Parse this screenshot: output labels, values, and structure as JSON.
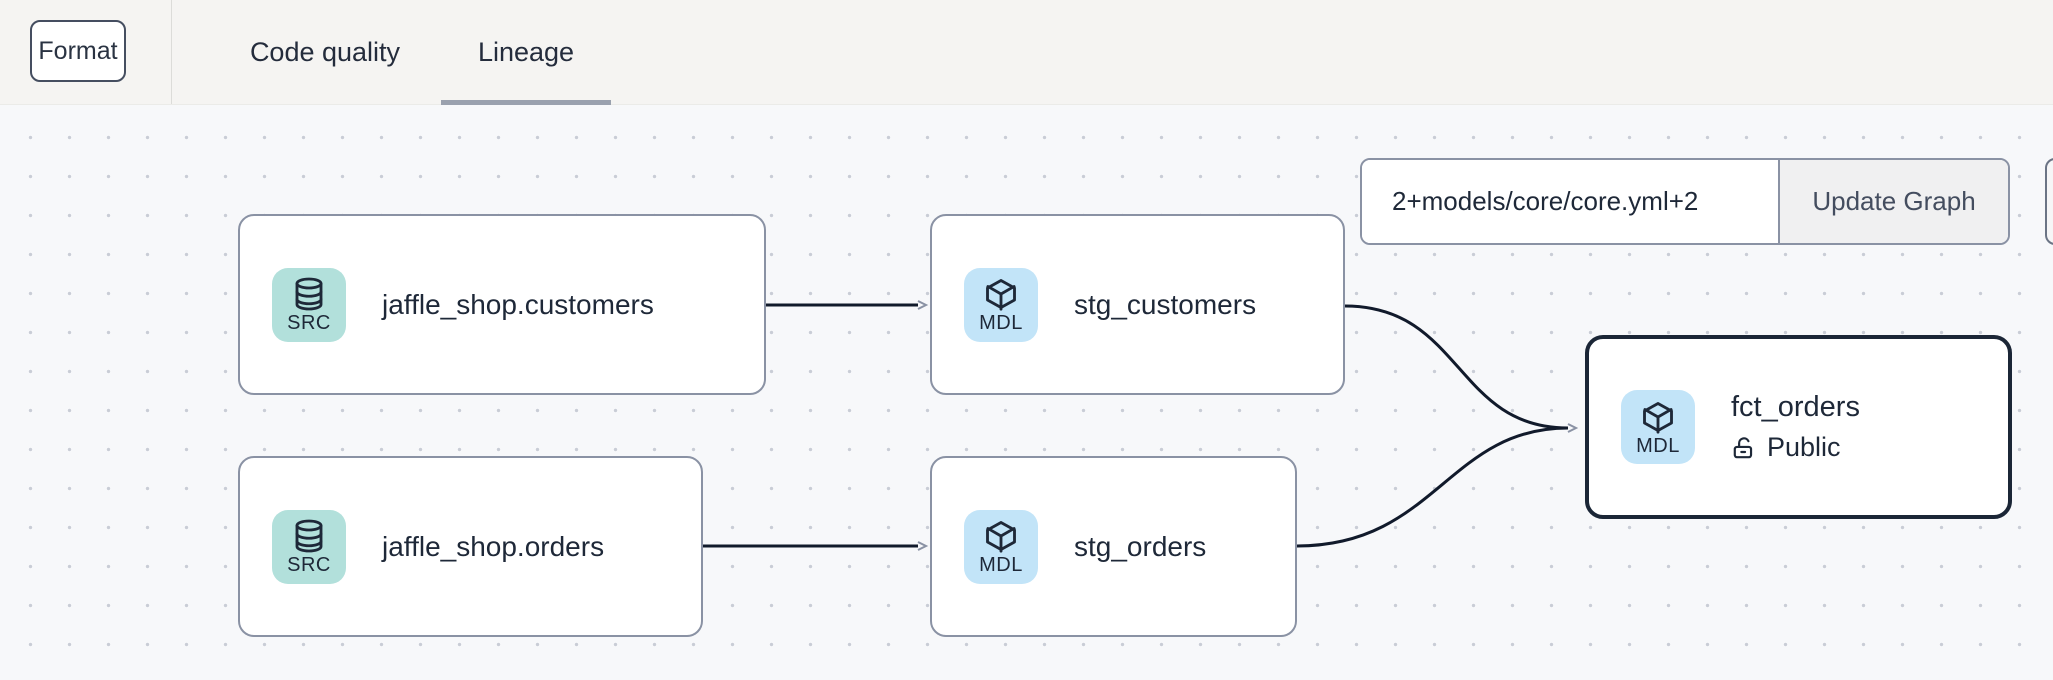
{
  "header": {
    "format_button_label": "Format",
    "tabs": [
      {
        "label": "Code quality",
        "active": false
      },
      {
        "label": "Lineage",
        "active": true
      }
    ]
  },
  "toolbar": {
    "selector_value": "2+models/core/core.yml+2",
    "update_graph_label": "Update Graph"
  },
  "graph": {
    "nodes": [
      {
        "label": "jaffle_shop.customers",
        "type_badge": "SRC",
        "kind": "source",
        "selected": false
      },
      {
        "label": "stg_customers",
        "type_badge": "MDL",
        "kind": "model",
        "selected": false
      },
      {
        "label": "jaffle_shop.orders",
        "type_badge": "SRC",
        "kind": "source",
        "selected": false
      },
      {
        "label": "stg_orders",
        "type_badge": "MDL",
        "kind": "model",
        "selected": false
      },
      {
        "label": "fct_orders",
        "type_badge": "MDL",
        "kind": "model",
        "access": "Public",
        "selected": true
      }
    ],
    "edges": [
      {
        "from": "jaffle_shop.customers",
        "to": "stg_customers"
      },
      {
        "from": "jaffle_shop.orders",
        "to": "stg_orders"
      },
      {
        "from": "stg_customers",
        "to": "fct_orders"
      },
      {
        "from": "stg_orders",
        "to": "fct_orders"
      }
    ]
  },
  "colors": {
    "source_badge_bg": "#b2e0db",
    "model_badge_bg": "#c2e4f8",
    "node_border": "#8a92a4",
    "selected_node_border": "#1b2636",
    "edge_stroke": "#111a2b",
    "arrowhead": "#8a92a4",
    "tab_underline": "#9aa1ae",
    "header_bg": "#f5f4f2",
    "canvas_bg": "#f7f8fa"
  }
}
